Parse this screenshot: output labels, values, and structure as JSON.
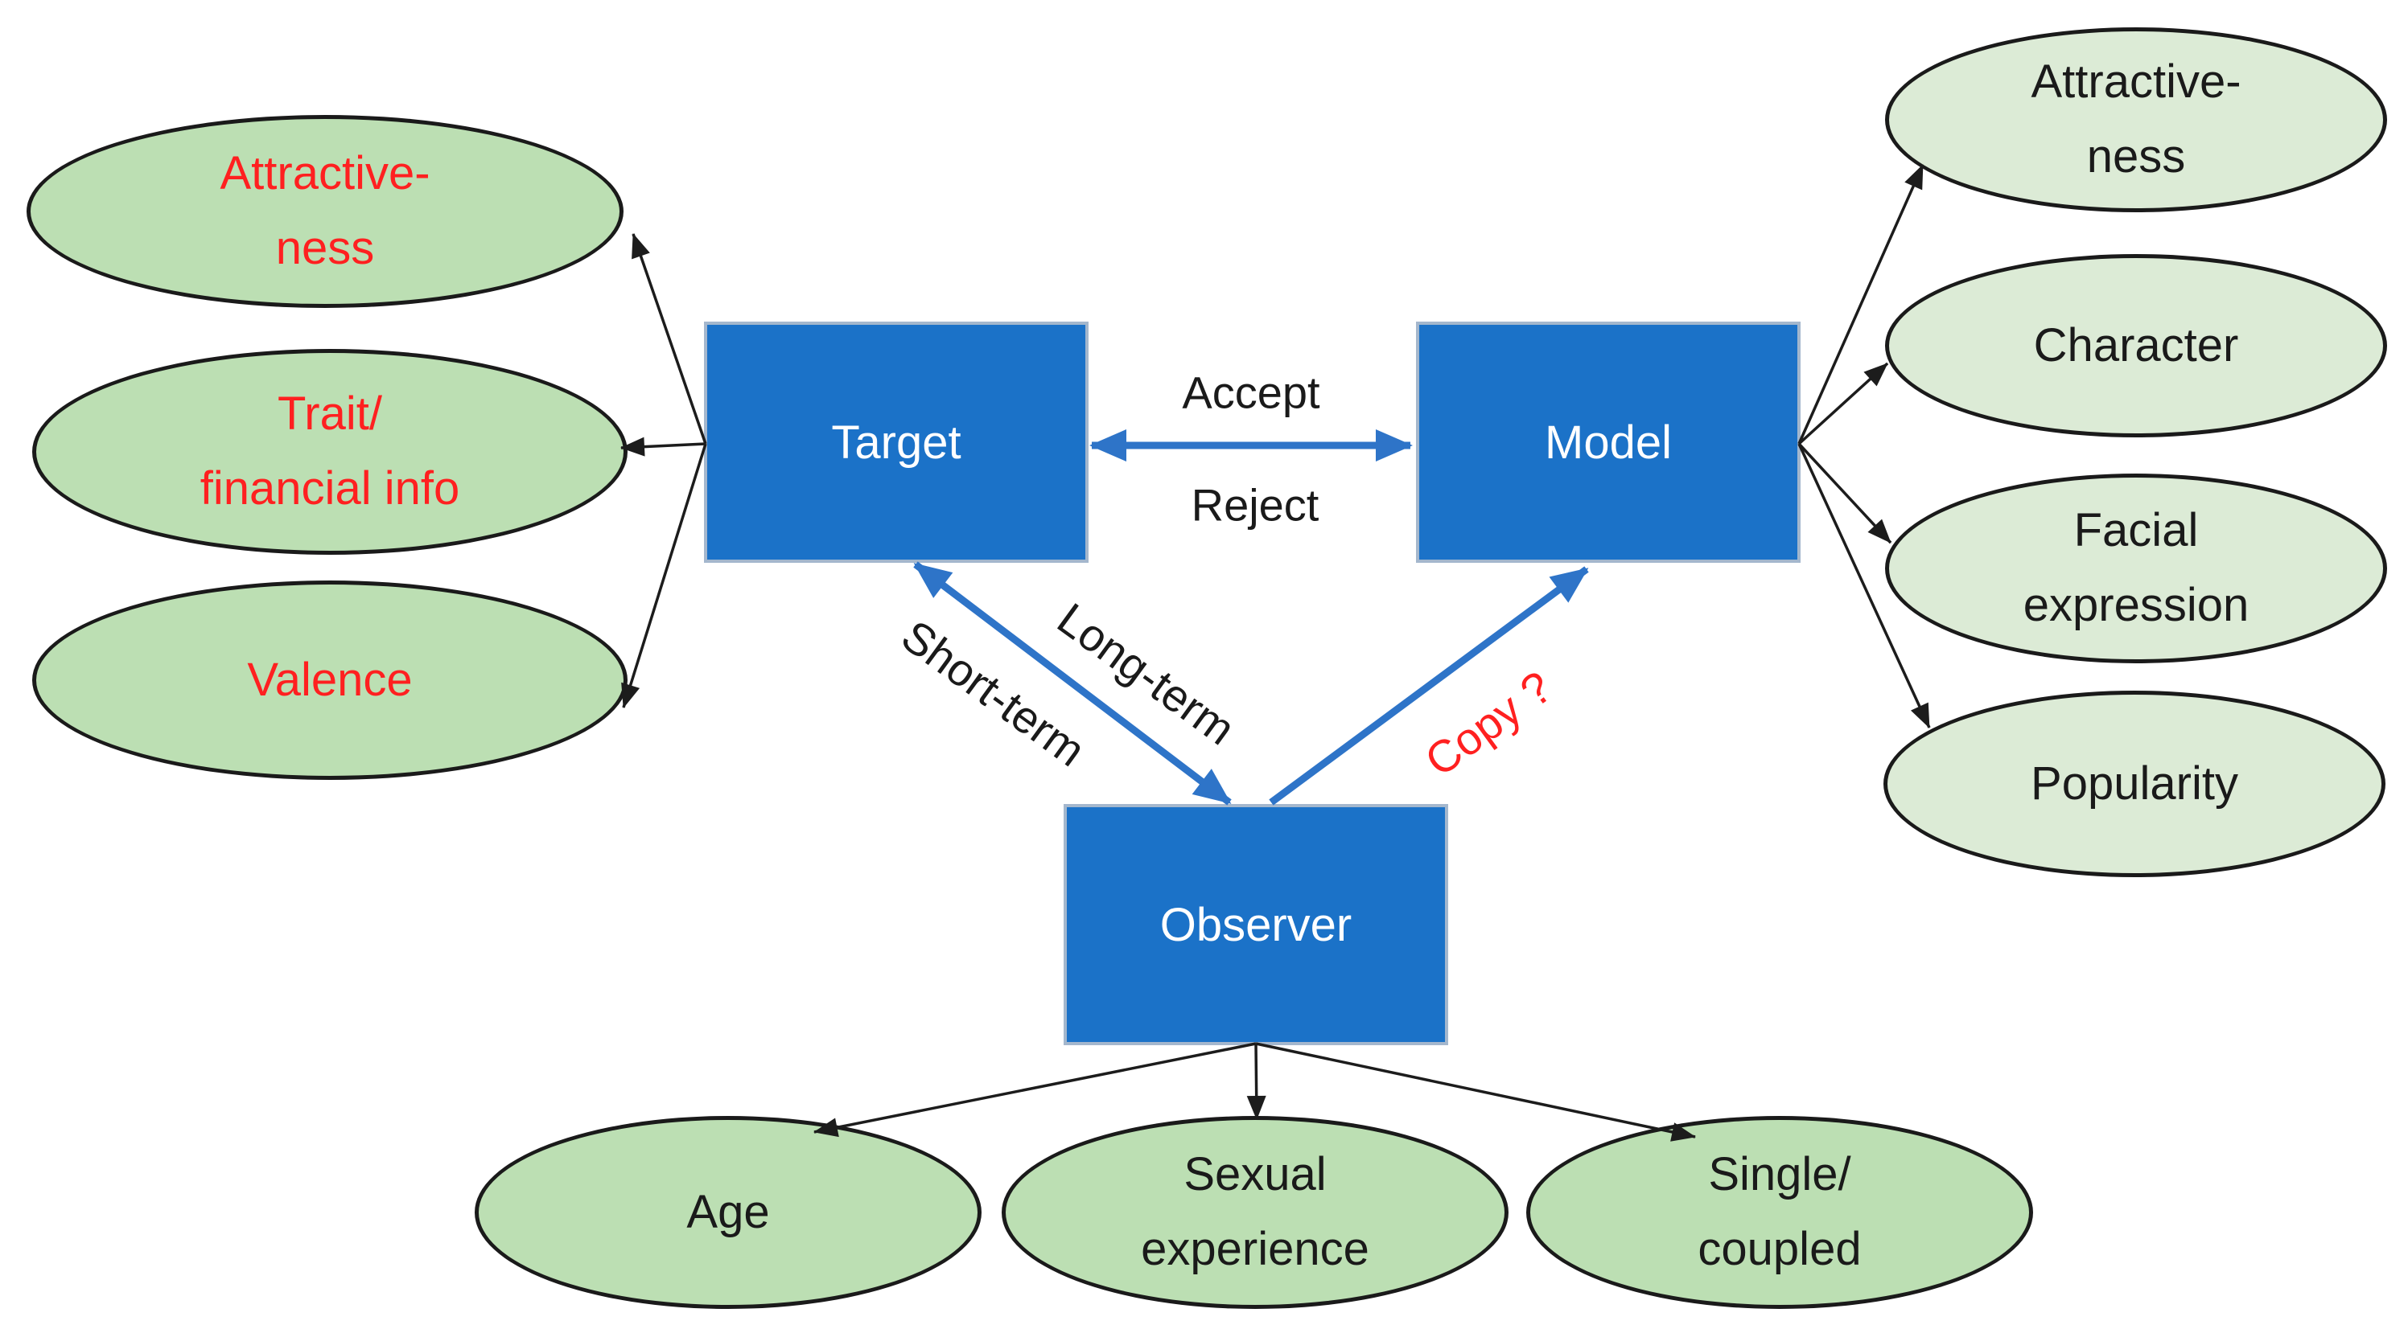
{
  "diagram_type": "concept-diagram",
  "colors": {
    "box_fill": "#1B72C8",
    "box_border": "#A4B7CD",
    "box_text": "#FFFFFF",
    "green_medium": "#BCDFB3",
    "green_light": "#DCEBD6",
    "ellipse_border": "#1A1A1A",
    "red_text": "#FF2020",
    "dark_text": "#1A1A1A",
    "blue_arrow": "#2E74C8",
    "black_arrow": "#1C1C1C",
    "bg": "#FFFFFF"
  },
  "nodes": {
    "target": {
      "label": "Target"
    },
    "model": {
      "label": "Model"
    },
    "observer": {
      "label": "Observer"
    }
  },
  "left_factors": [
    {
      "label": "Attractive-\nness"
    },
    {
      "label": "Trait/\nfinancial info"
    },
    {
      "label": "Valence"
    }
  ],
  "right_factors": [
    {
      "label": "Attractive-\nness"
    },
    {
      "label": "Character"
    },
    {
      "label": "Facial\nexpression"
    },
    {
      "label": "Popularity"
    }
  ],
  "bottom_factors": [
    {
      "label": "Age"
    },
    {
      "label": "Sexual\nexperience"
    },
    {
      "label": "Single/\ncoupled"
    }
  ],
  "edge_labels": {
    "accept": "Accept",
    "reject": "Reject",
    "long_term": "Long-term",
    "short_term": "Short-term",
    "copy": "Copy ?"
  }
}
